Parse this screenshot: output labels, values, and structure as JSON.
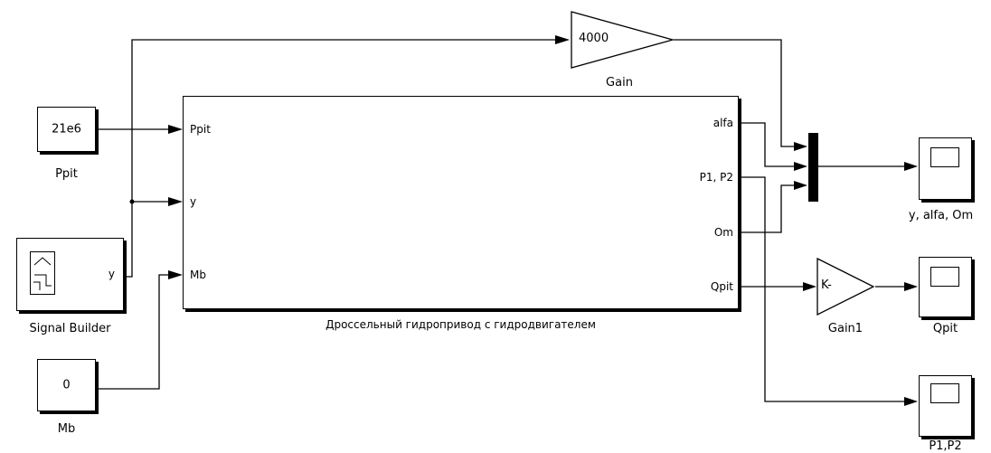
{
  "blocks": {
    "ppit": {
      "value": "21e6",
      "label": "Ppit"
    },
    "mb": {
      "value": "0",
      "label": "Mb"
    },
    "signal_builder": {
      "port": "y",
      "label": "Signal Builder"
    },
    "subsystem": {
      "label": "Дроссельный гидропривод с гидродвигателем",
      "inputs": [
        "Ppit",
        "y",
        "Mb"
      ],
      "outputs": [
        "alfa",
        "P1, P2",
        "Om",
        "Qpit"
      ]
    },
    "gain": {
      "value": "4000",
      "label": "Gain"
    },
    "gain1": {
      "value": "K-",
      "label": "Gain1"
    },
    "scope_y": {
      "label": "y, alfa, Om"
    },
    "scope_qpit": {
      "label": "Qpit"
    },
    "scope_p": {
      "label": "P1,P2"
    }
  }
}
